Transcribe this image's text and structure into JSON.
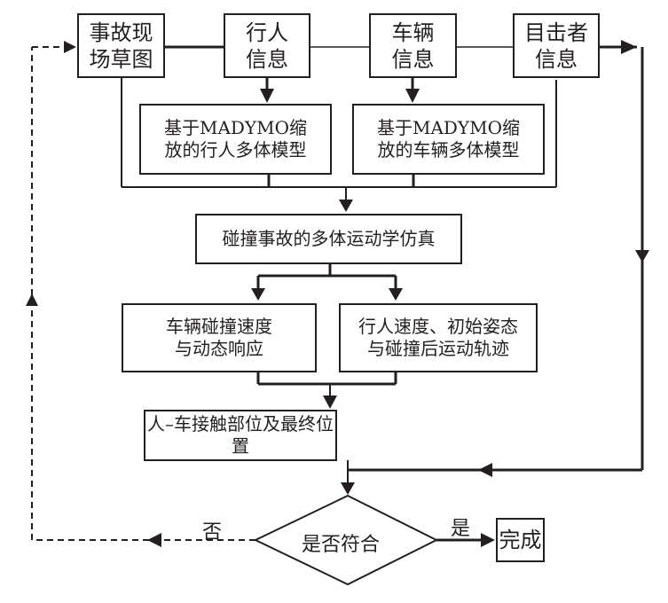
{
  "diagram": {
    "colors": {
      "line": "#231f20",
      "background": "#ffffff"
    },
    "nodes": {
      "scene_sketch": "事故现\n场草图",
      "pedestrian_info": "行人\n信息",
      "vehicle_info": "车辆\n信息",
      "witness_info": "目击者\n信息",
      "pedestrian_model": "基于MADYMO缩\n放的行人多体模型",
      "vehicle_model": "基于MADYMO缩\n放的车辆多体模型",
      "simulation": "碰撞事故的多体运动学仿真",
      "vehicle_response": "车辆碰撞速度\n与动态响应",
      "pedestrian_trajectory": "行人速度、初始姿态\n与碰撞后运动轨迹",
      "contact_position": "人–车接触部位及最终位置",
      "decision": "是否符合",
      "done": "完成"
    },
    "edge_labels": {
      "no": "否",
      "yes": "是"
    }
  }
}
